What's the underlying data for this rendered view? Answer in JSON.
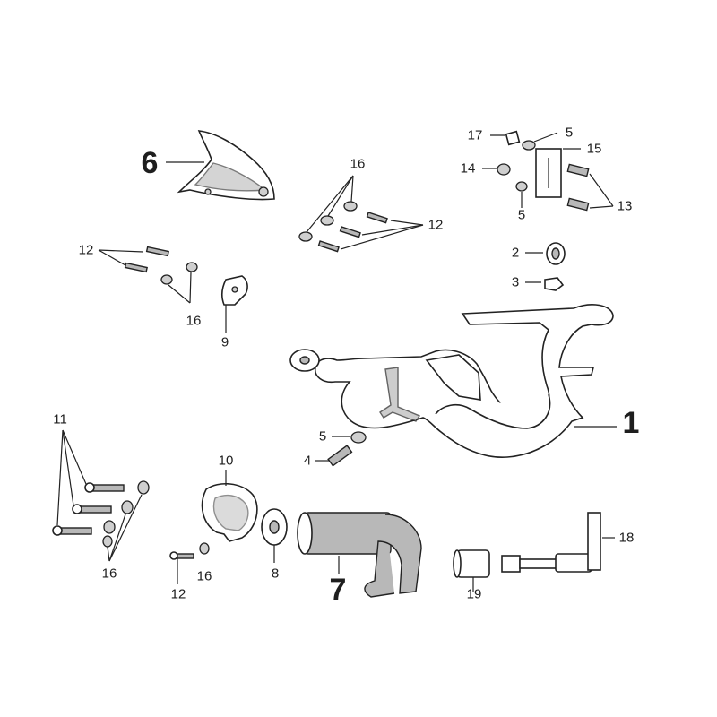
{
  "callouts": {
    "p1": "1",
    "p2": "2",
    "p3": "3",
    "p4": "4",
    "p5_main": "5",
    "p5_top": "5",
    "p5_bracket": "5",
    "p6": "6",
    "p7": "7",
    "p8": "8",
    "p9": "9",
    "p10": "10",
    "p11": "11",
    "p12_left": "12",
    "p12_top": "12",
    "p12_bottom": "12",
    "p13": "13",
    "p14": "14",
    "p15": "15",
    "p16_left": "16",
    "p16_top": "16",
    "p16_bottom_left": "16",
    "p16_bottom": "16",
    "p17": "17",
    "p18": "18",
    "p19": "19"
  },
  "parts": [
    {
      "id": "exhaust-muffler-assembly",
      "callout": "1"
    },
    {
      "id": "gasket-ring",
      "callout": "2"
    },
    {
      "id": "nut",
      "callout": "3"
    },
    {
      "id": "bolt",
      "callout": "4"
    },
    {
      "id": "washer",
      "callout": "5"
    },
    {
      "id": "heat-shield",
      "callout": "6"
    },
    {
      "id": "muffler-cover",
      "callout": "7"
    },
    {
      "id": "flange-gasket",
      "callout": "8"
    },
    {
      "id": "bracket-plate",
      "callout": "9"
    },
    {
      "id": "clamp",
      "callout": "10"
    },
    {
      "id": "long-bolt",
      "callout": "11"
    },
    {
      "id": "screw",
      "callout": "12"
    },
    {
      "id": "mounting-bolt",
      "callout": "13"
    },
    {
      "id": "lock-nut",
      "callout": "14"
    },
    {
      "id": "mounting-bracket",
      "callout": "15"
    },
    {
      "id": "washer-small",
      "callout": "16"
    },
    {
      "id": "clip-nut",
      "callout": "17"
    },
    {
      "id": "oxygen-sensor",
      "callout": "18"
    },
    {
      "id": "sensor-plug",
      "callout": "19"
    }
  ]
}
